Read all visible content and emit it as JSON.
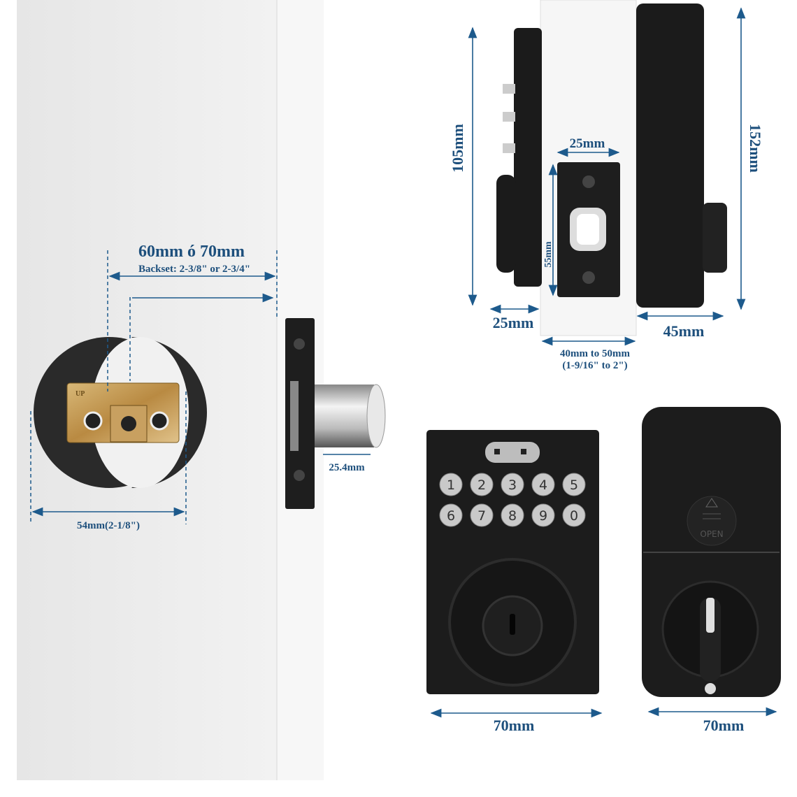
{
  "colors": {
    "dimension": "#1d4f7c",
    "lock_body": "#1c1c1c",
    "door": "#ececec"
  },
  "left_view": {
    "backset_metric": "60mm ó 70mm",
    "backset_imperial": "Backset: 2-3/8\" or 2-3/4\"",
    "bore_diameter": "54mm(2-1/8\")",
    "bolt_diameter": "25.4mm",
    "latch_marking": "UP"
  },
  "side_view": {
    "exterior_height": "105mm",
    "interior_height": "152mm",
    "plate_width": "25mm",
    "plate_height": "55mm",
    "exterior_depth": "25mm",
    "interior_depth": "45mm",
    "door_thickness_metric": "40mm to 50mm",
    "door_thickness_imperial": "(1-9/16\" to 2\")"
  },
  "front_view": {
    "keys": [
      "1",
      "2",
      "3",
      "4",
      "5",
      "6",
      "7",
      "8",
      "9",
      "0"
    ],
    "width": "70mm"
  },
  "back_view": {
    "battery_cover_label": "OPEN",
    "width": "70mm"
  }
}
